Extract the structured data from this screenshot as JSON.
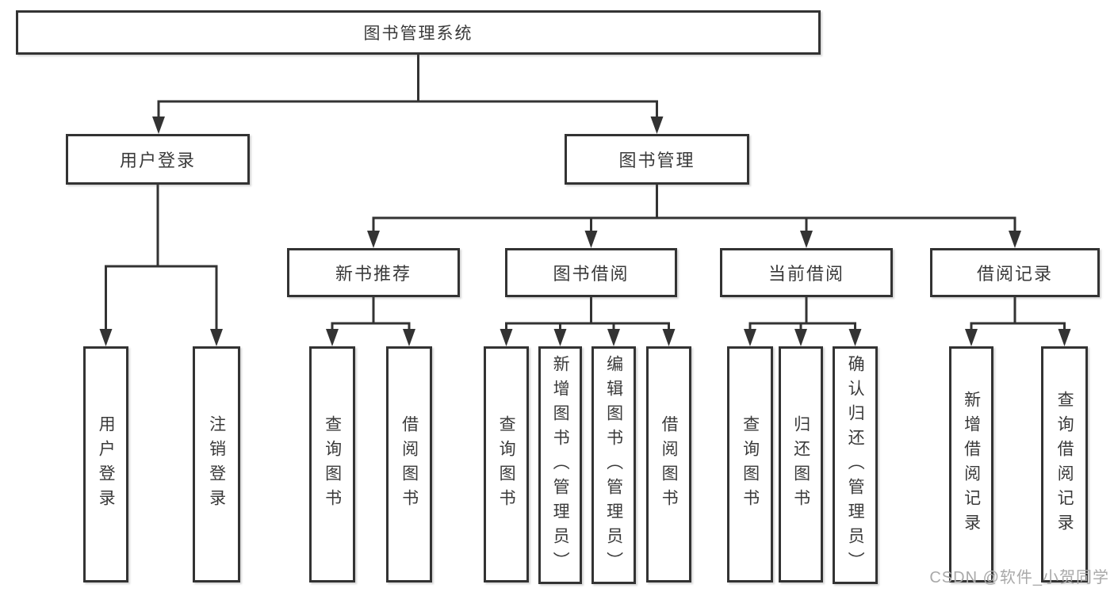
{
  "diagram": {
    "title_node": "图书管理系统",
    "level2": [
      "用户登录",
      "图书管理"
    ],
    "level3": [
      "新书推荐",
      "图书借阅",
      "当前借阅",
      "借阅记录"
    ],
    "children": {
      "user_login": [
        "用户登录",
        "注销登录"
      ],
      "new_book": [
        "查询图书",
        "借阅图书"
      ],
      "book_borrow": [
        "查询图书",
        "新增图书（管理员）",
        "编辑图书（管理员）",
        "借阅图书"
      ],
      "current_borrow": [
        "查询图书",
        "归还图书",
        "确认归还（管理员）"
      ],
      "borrow_record": [
        "新增借阅记录",
        "查询借阅记录"
      ]
    },
    "watermark": "CSDN @软件_小贺同学",
    "colors": {
      "line": "#333333",
      "text": "#3a3a3a",
      "watermark": "#a9a9a9",
      "background": "#ffffff"
    }
  }
}
